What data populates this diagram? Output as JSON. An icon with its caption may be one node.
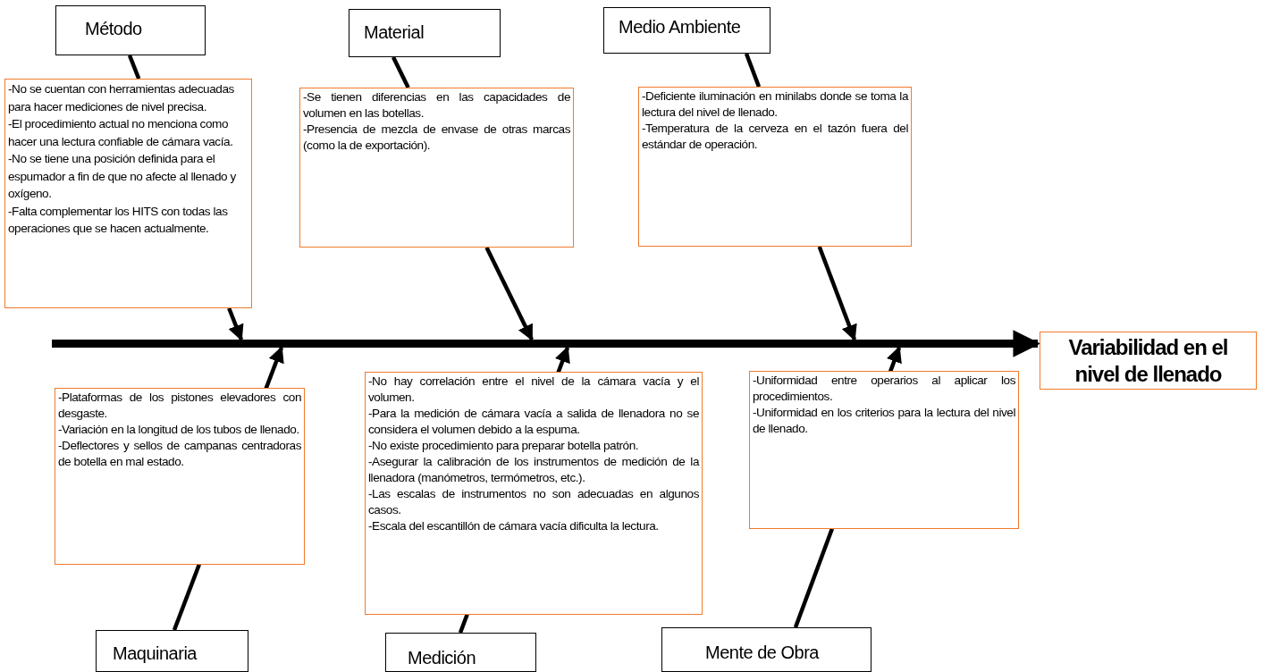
{
  "diagram": {
    "nodes": [
      {
        "text": [
          "Método"
        ]
      },
      {
        "text": [
          "-No se cuentan con herramientas adecuadas para hacer mediciones de nivel precisa.",
          "-El procedimiento actual no menciona como hacer una lectura confiable de cámara vacía.",
          "-No se tiene una posición definida para el espumador a fin de que no afecte al llenado y oxígeno.",
          "-Falta complementar los HITS con todas las operaciones que se hacen actualmente."
        ]
      },
      {
        "text": [
          "Material"
        ]
      },
      {
        "text": [
          "-Se tienen diferencias en las capacidades de volumen en las botellas.",
          "-Presencia de mezcla de envase de otras marcas (como la de exportación)."
        ]
      },
      {
        "text": [
          "Medio Ambiente"
        ]
      },
      {
        "text": [
          "-Deficiente iluminación en minilabs donde se toma la lectura del nivel de llenado.",
          "-Temperatura de la cerveza en el tazón fuera del estándar de operación."
        ]
      },
      {
        "text": [
          "Variabilidad en el nivel de llenado"
        ]
      },
      {
        "text": [
          "-Plataformas de los pistones elevadores con desgaste.",
          "-Variación en la longitud de los tubos de llenado.",
          "-Deflectores y sellos de campanas centradoras de botella en mal estado."
        ]
      },
      {
        "text": [
          "Maquinaria"
        ]
      },
      {
        "text": [
          "-No hay correlación entre el nivel de la cámara vacía y el volumen.",
          "-Para la medición de cámara vacía a salida de llenadora no se considera el volumen debido a la espuma.",
          "-No existe procedimiento para preparar botella patrón.",
          "-Asegurar la calibración de los instrumentos de medición de la llenadora (manómetros, termómetros, etc.).",
          "-Las escalas de instrumentos no son adecuadas en algunos casos.",
          "-Escala del escantillón de cámara vacía dificulta la lectura."
        ]
      },
      {
        "text": [
          "Medición"
        ]
      },
      {
        "text": [
          "-Uniformidad entre operarios al aplicar los procedimientos.",
          "-Uniformidad en los criterios para la lectura del nivel de llenado."
        ]
      },
      {
        "text": [
          "Mente de Obra"
        ]
      },
      {
        "text": [],
        "shape": "bar"
      }
    ],
    "edges": [
      {
        "from": 0,
        "to": 1,
        "arrow": "none"
      },
      {
        "from": 1,
        "to": 13,
        "arrow": "to"
      },
      {
        "from": 2,
        "to": 3,
        "arrow": "none"
      },
      {
        "from": 3,
        "to": 13,
        "arrow": "to"
      },
      {
        "from": 4,
        "to": 5,
        "arrow": "none"
      },
      {
        "from": 5,
        "to": 13,
        "arrow": "to"
      },
      {
        "from": 8,
        "to": 7,
        "arrow": "none"
      },
      {
        "from": 7,
        "to": 13,
        "arrow": "to"
      },
      {
        "from": 10,
        "to": 9,
        "arrow": "none"
      },
      {
        "from": 9,
        "to": 13,
        "arrow": "to"
      },
      {
        "from": 12,
        "to": 11,
        "arrow": "none"
      },
      {
        "from": 11,
        "to": 13,
        "arrow": "to"
      },
      {
        "from": 13,
        "to": 6,
        "arrow": "to",
        "style": "thick"
      }
    ]
  }
}
